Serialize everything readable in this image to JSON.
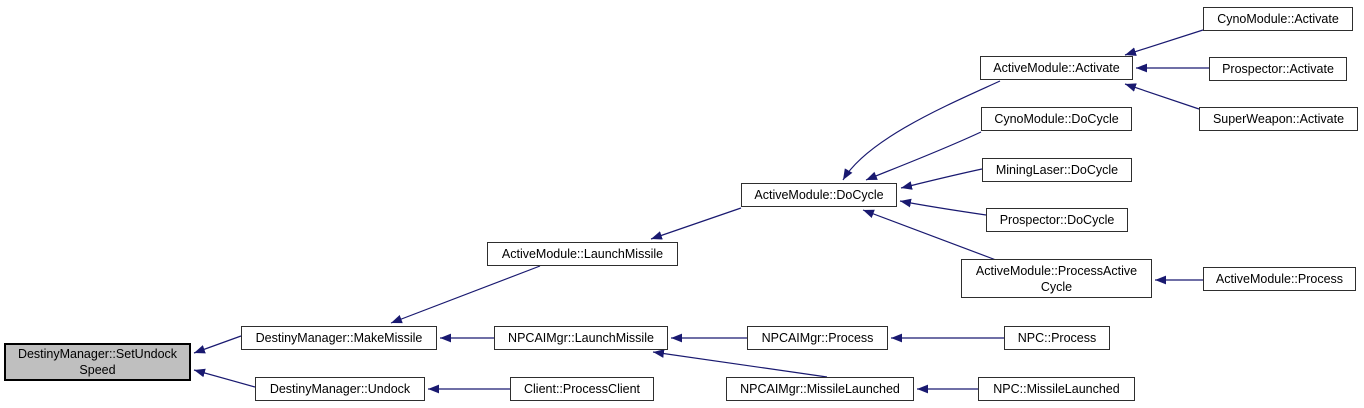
{
  "graph": {
    "type": "call-graph",
    "direction": "callers-point-to-callees",
    "colors": {
      "edge": "#191970",
      "node_border": "#2e2e2e",
      "node_fill": "#ffffff",
      "highlight_fill": "#bfbfbf",
      "text": "#000000",
      "background": "#ffffff"
    },
    "nodes": [
      {
        "id": "set-undock-speed",
        "lines": [
          "DestinyManager::SetUndock",
          "Speed"
        ],
        "highlighted": true
      },
      {
        "id": "destiny-make-missile",
        "lines": [
          "DestinyManager::MakeMissile"
        ],
        "highlighted": false
      },
      {
        "id": "destiny-undock",
        "lines": [
          "DestinyManager::Undock"
        ],
        "highlighted": false
      },
      {
        "id": "am-launch-missile",
        "lines": [
          "ActiveModule::LaunchMissile"
        ],
        "highlighted": false
      },
      {
        "id": "npcai-launch-missile",
        "lines": [
          "NPCAIMgr::LaunchMissile"
        ],
        "highlighted": false
      },
      {
        "id": "client-process-client",
        "lines": [
          "Client::ProcessClient"
        ],
        "highlighted": false
      },
      {
        "id": "am-do-cycle",
        "lines": [
          "ActiveModule::DoCycle"
        ],
        "highlighted": false
      },
      {
        "id": "npcai-process",
        "lines": [
          "NPCAIMgr::Process"
        ],
        "highlighted": false
      },
      {
        "id": "npcai-missile-launched",
        "lines": [
          "NPCAIMgr::MissileLaunched"
        ],
        "highlighted": false
      },
      {
        "id": "am-activate",
        "lines": [
          "ActiveModule::Activate"
        ],
        "highlighted": false
      },
      {
        "id": "cyno-do-cycle",
        "lines": [
          "CynoModule::DoCycle"
        ],
        "highlighted": false
      },
      {
        "id": "mining-laser-do-cycle",
        "lines": [
          "MiningLaser::DoCycle"
        ],
        "highlighted": false
      },
      {
        "id": "prospector-do-cycle",
        "lines": [
          "Prospector::DoCycle"
        ],
        "highlighted": false
      },
      {
        "id": "am-process-active-cycle",
        "lines": [
          "ActiveModule::ProcessActive",
          "Cycle"
        ],
        "highlighted": false
      },
      {
        "id": "npc-process",
        "lines": [
          "NPC::Process"
        ],
        "highlighted": false
      },
      {
        "id": "npc-missile-launched",
        "lines": [
          "NPC::MissileLaunched"
        ],
        "highlighted": false
      },
      {
        "id": "cyno-activate",
        "lines": [
          "CynoModule::Activate"
        ],
        "highlighted": false
      },
      {
        "id": "prospector-activate",
        "lines": [
          "Prospector::Activate"
        ],
        "highlighted": false
      },
      {
        "id": "superweapon-activate",
        "lines": [
          "SuperWeapon::Activate"
        ],
        "highlighted": false
      },
      {
        "id": "am-process",
        "lines": [
          "ActiveModule::Process"
        ],
        "highlighted": false
      }
    ],
    "edges": [
      {
        "from": "destiny-make-missile",
        "to": "set-undock-speed"
      },
      {
        "from": "destiny-undock",
        "to": "set-undock-speed"
      },
      {
        "from": "am-launch-missile",
        "to": "destiny-make-missile"
      },
      {
        "from": "npcai-launch-missile",
        "to": "destiny-make-missile"
      },
      {
        "from": "client-process-client",
        "to": "destiny-undock"
      },
      {
        "from": "npcai-process",
        "to": "npcai-launch-missile"
      },
      {
        "from": "npcai-missile-launched",
        "to": "npcai-launch-missile"
      },
      {
        "from": "npc-process",
        "to": "npcai-process"
      },
      {
        "from": "npc-missile-launched",
        "to": "npcai-missile-launched"
      },
      {
        "from": "am-do-cycle",
        "to": "am-launch-missile"
      },
      {
        "from": "am-activate",
        "to": "am-do-cycle"
      },
      {
        "from": "cyno-do-cycle",
        "to": "am-do-cycle"
      },
      {
        "from": "mining-laser-do-cycle",
        "to": "am-do-cycle"
      },
      {
        "from": "prospector-do-cycle",
        "to": "am-do-cycle"
      },
      {
        "from": "am-process-active-cycle",
        "to": "am-do-cycle"
      },
      {
        "from": "cyno-activate",
        "to": "am-activate"
      },
      {
        "from": "prospector-activate",
        "to": "am-activate"
      },
      {
        "from": "superweapon-activate",
        "to": "am-activate"
      },
      {
        "from": "am-process",
        "to": "am-process-active-cycle"
      }
    ]
  }
}
